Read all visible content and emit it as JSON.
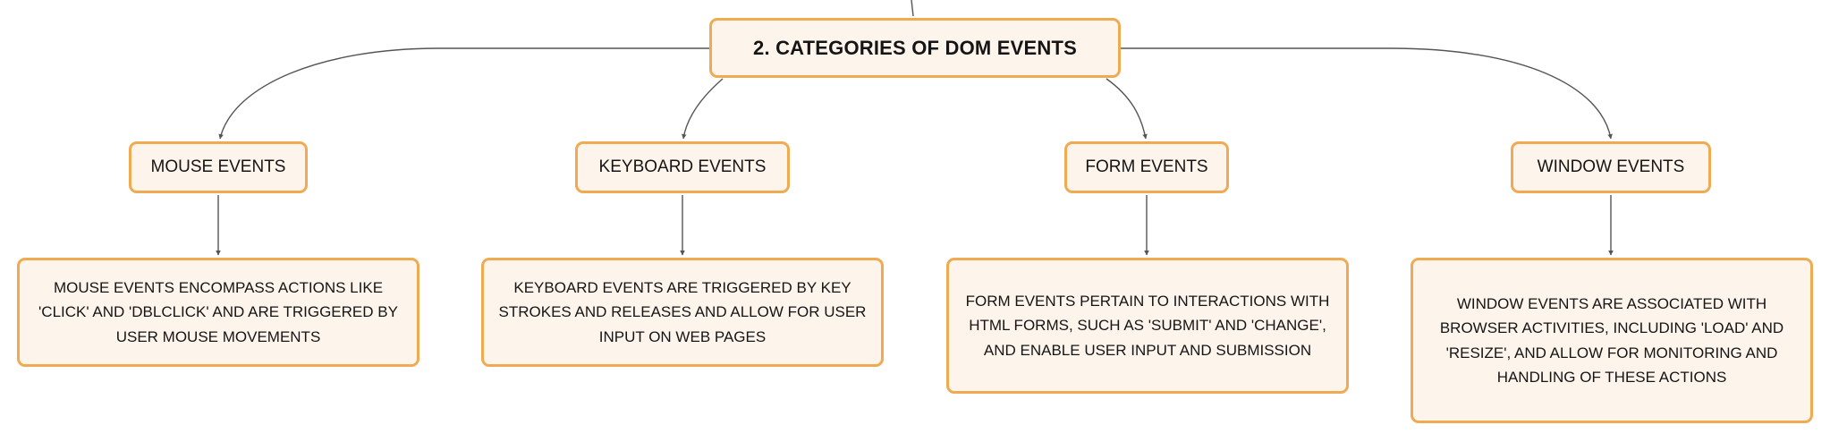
{
  "diagram": {
    "root": {
      "label": "2. CATEGORIES OF DOM EVENTS"
    },
    "categories": [
      {
        "label": "MOUSE EVENTS",
        "description": "MOUSE EVENTS ENCOMPASS ACTIONS LIKE 'CLICK' AND 'DBLCLICK' AND ARE TRIGGERED BY USER MOUSE MOVEMENTS"
      },
      {
        "label": "KEYBOARD EVENTS",
        "description": "KEYBOARD EVENTS ARE TRIGGERED BY KEY STROKES AND RELEASES AND ALLOW FOR USER INPUT ON WEB PAGES"
      },
      {
        "label": "FORM EVENTS",
        "description": "FORM EVENTS PERTAIN TO INTERACTIONS WITH HTML FORMS, SUCH AS 'SUBMIT' AND 'CHANGE', AND ENABLE USER INPUT AND SUBMISSION"
      },
      {
        "label": "WINDOW EVENTS",
        "description": "WINDOW EVENTS ARE ASSOCIATED WITH BROWSER ACTIVITIES, INCLUDING 'LOAD' AND 'RESIZE', AND ALLOW FOR MONITORING AND HANDLING OF THESE ACTIONS"
      }
    ]
  },
  "colors": {
    "node_fill": "#fdf4ec",
    "node_border": "#f0aa52",
    "connector": "#555555",
    "text": "#151515"
  }
}
